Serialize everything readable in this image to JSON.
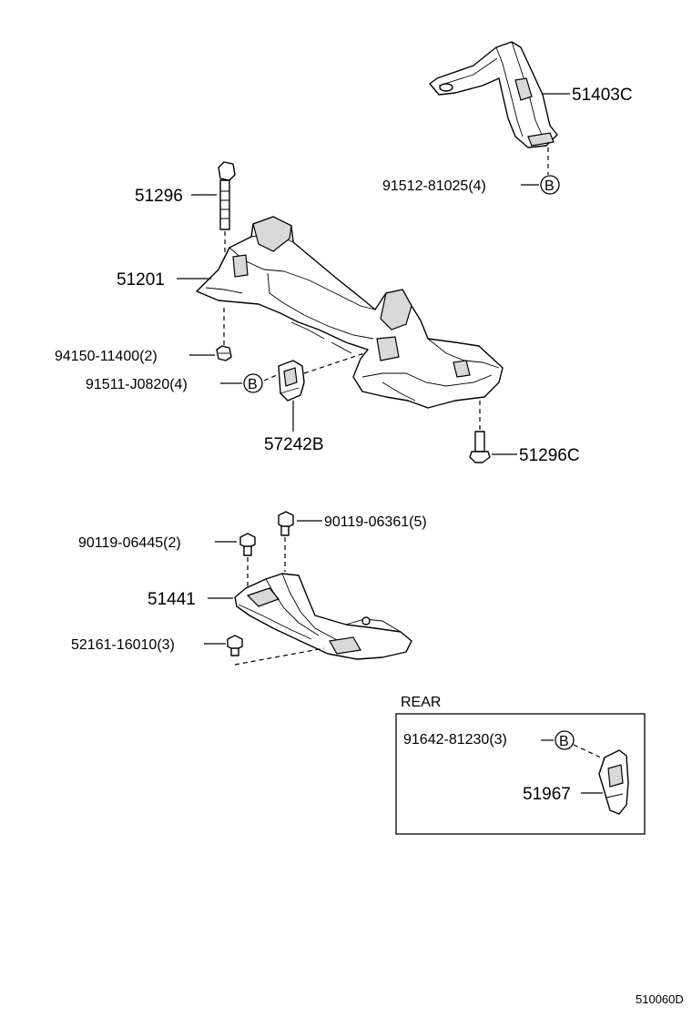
{
  "labels": {
    "p51403c": "51403C",
    "p91512": "91512-81025(4)",
    "p51296": "51296",
    "p51201": "51201",
    "p94150": "94150-11400(2)",
    "p91511": "91511-J0820(4)",
    "p57242b": "57242B",
    "p51296c": "51296C",
    "p90119_06361": "90119-06361(5)",
    "p90119_06445": "90119-06445(2)",
    "p51441": "51441",
    "p52161": "52161-16010(3)",
    "rear_title": "REAR",
    "p91642": "91642-81230(3)",
    "p51967": "51967",
    "diagram_code": "510060D"
  },
  "callout_letter": "B"
}
